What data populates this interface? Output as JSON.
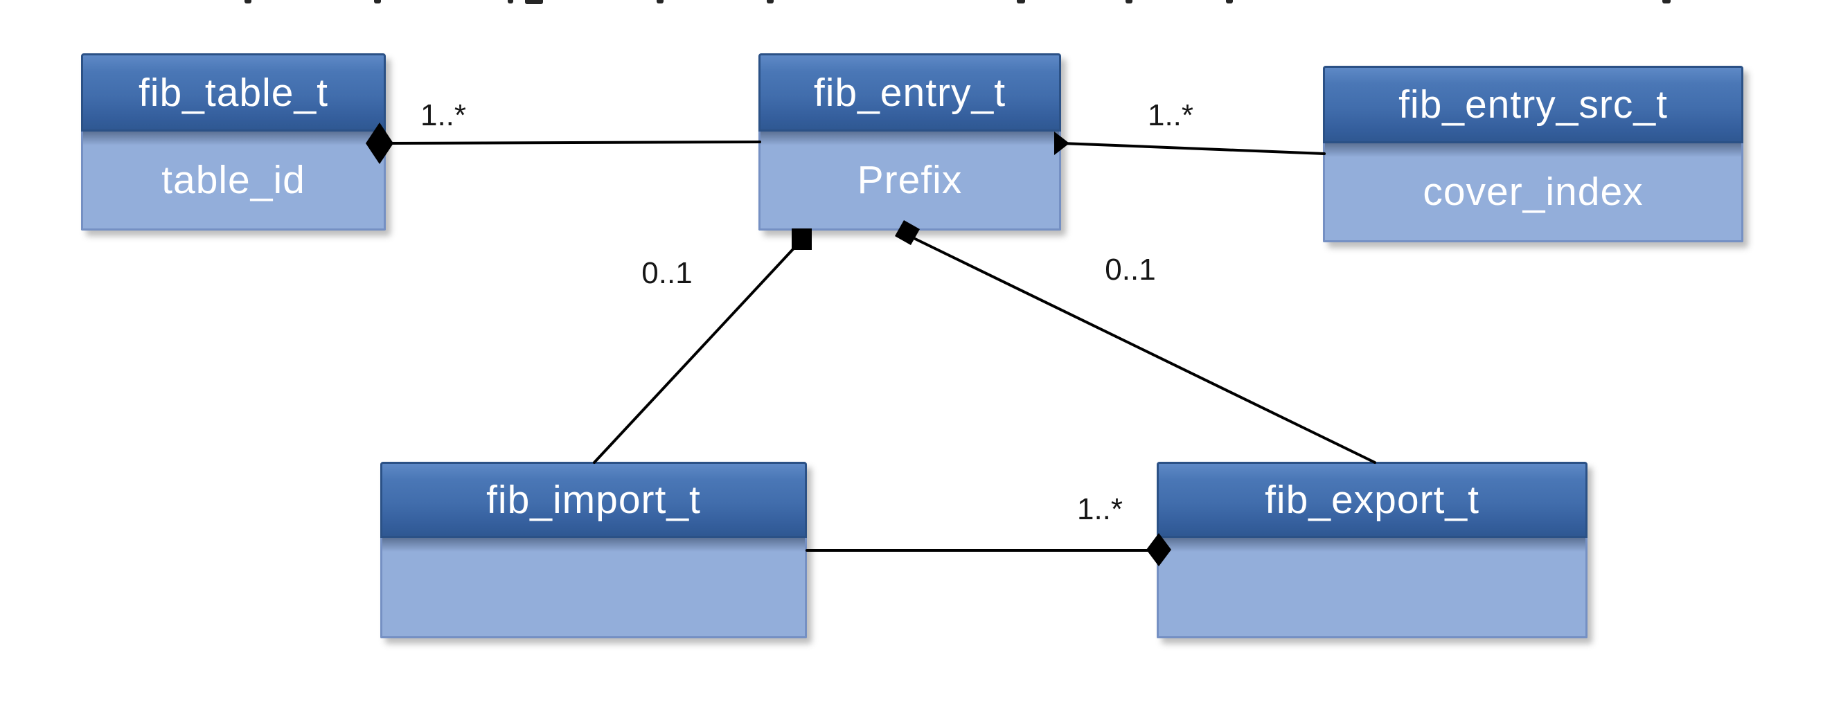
{
  "diagram_type": "uml-class-diagram",
  "entities": [
    {
      "name": "fib_table_t",
      "attribute": "table_id"
    },
    {
      "name": "fib_entry_t",
      "attribute": "Prefix"
    },
    {
      "name": "fib_entry_src_t",
      "attribute": "cover_index"
    },
    {
      "name": "fib_import_t",
      "attribute": ""
    },
    {
      "name": "fib_export_t",
      "attribute": ""
    }
  ],
  "relationships": [
    {
      "from": "fib_table_t",
      "to": "fib_entry_t",
      "multiplicity": "1..*",
      "type": "composition",
      "diamond_at": "fib_table_t"
    },
    {
      "from": "fib_entry_t",
      "to": "fib_entry_src_t",
      "multiplicity": "1..*",
      "type": "composition",
      "diamond_at": "fib_entry_t"
    },
    {
      "from": "fib_entry_t",
      "to": "fib_import_t",
      "multiplicity": "0..1",
      "type": "composition",
      "diamond_at": "fib_entry_t"
    },
    {
      "from": "fib_entry_t",
      "to": "fib_export_t",
      "multiplicity": "0..1",
      "type": "composition",
      "diamond_at": "fib_entry_t"
    },
    {
      "from": "fib_import_t",
      "to": "fib_export_t",
      "multiplicity": "1..*",
      "type": "composition",
      "diamond_at": "fib_export_t"
    }
  ],
  "colors": {
    "header_gradient_top": "#5e89c6",
    "header_gradient_bottom": "#2f5892",
    "header_border": "#2b5186",
    "body_fill": "#93aeda",
    "body_border": "#7590c3",
    "box_text": "#ffffff",
    "connector_line": "#000000",
    "multiplicity_text": "#161616",
    "background": "#ffffff"
  }
}
